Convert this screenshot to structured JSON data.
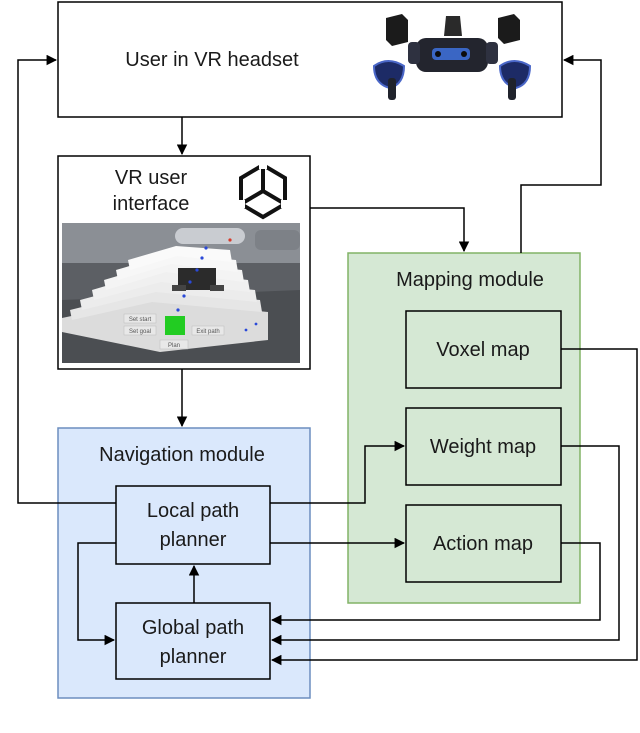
{
  "nodes": {
    "user": {
      "label": "User in VR headset"
    },
    "vr_ui": {
      "label_line1": "VR user",
      "label_line2": "interface"
    },
    "mapping": {
      "label": "Mapping module"
    },
    "voxel": {
      "label": "Voxel map"
    },
    "weight": {
      "label": "Weight map"
    },
    "action": {
      "label": "Action map"
    },
    "navigation": {
      "label": "Navigation module"
    },
    "local": {
      "label_line1": "Local path",
      "label_line2": "planner"
    },
    "global": {
      "label_line1": "Global path",
      "label_line2": "planner"
    }
  },
  "screenshot_buttons": {
    "set_start": "Set start",
    "set_goal": "Set goal",
    "exit_path": "Exit path",
    "plan": "Plan"
  },
  "colors": {
    "mapping_fill": "#d5e8d4",
    "mapping_stroke": "#82b366",
    "navigation_fill": "#dae8fc",
    "navigation_stroke": "#6c8ebf",
    "line": "#000000",
    "goal_marker": "#22cc22"
  },
  "icons": {
    "headset": "vr-headset-with-controllers-icon",
    "unity": "unity-logo-icon"
  }
}
